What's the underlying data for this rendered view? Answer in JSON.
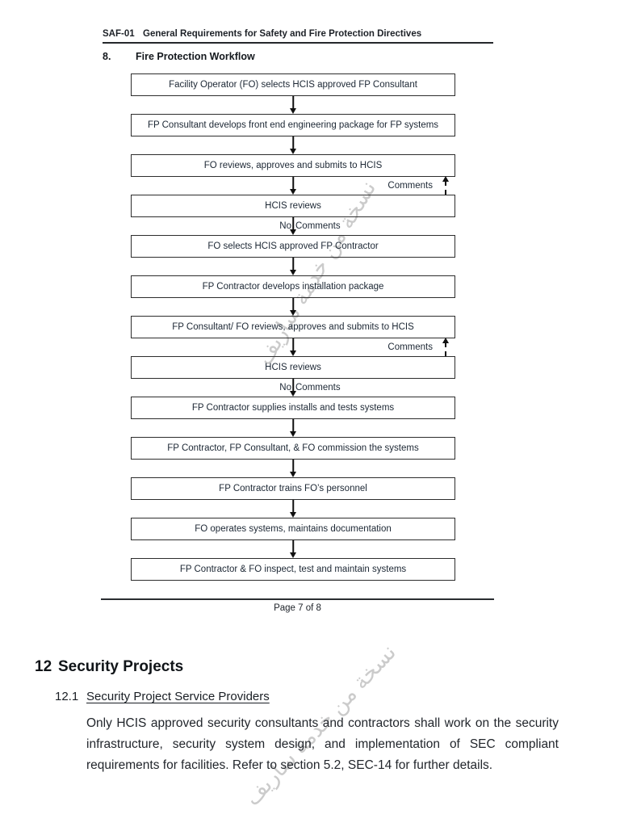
{
  "header": {
    "code": "SAF-01",
    "title": "General Requirements for Safety and Fire Protection Directives"
  },
  "section8": {
    "number": "8.",
    "title": "Fire Protection Workflow"
  },
  "flowchart": {
    "nodes": [
      "Facility Operator (FO) selects HCIS approved FP Consultant",
      "FP Consultant develops front end engineering package for FP systems",
      "FO reviews, approves and submits to HCIS",
      "HCIS reviews",
      "FO selects HCIS approved FP Contractor",
      "FP Contractor develops installation package",
      "FP Consultant/ FO reviews, approves and submits to HCIS",
      "HCIS reviews",
      "FP Contractor supplies installs and tests systems",
      "FP Contractor, FP Consultant, & FO commission the systems",
      "FP Contractor trains FO’s personnel",
      "FO operates systems, maintains documentation",
      "FP Contractor & FO inspect, test and maintain systems"
    ],
    "connectors": [
      {
        "type": "plain"
      },
      {
        "type": "plain"
      },
      {
        "type": "comments",
        "label": "Comments"
      },
      {
        "type": "no_comments",
        "label": "No Comments"
      },
      {
        "type": "plain"
      },
      {
        "type": "plain"
      },
      {
        "type": "comments",
        "label": "Comments"
      },
      {
        "type": "no_comments",
        "label": "No Comments"
      },
      {
        "type": "plain"
      },
      {
        "type": "plain"
      },
      {
        "type": "plain"
      },
      {
        "type": "plain"
      }
    ]
  },
  "footer": {
    "page_label": "Page 7 of 8"
  },
  "section12": {
    "number": "12",
    "title": "Security Projects",
    "sub_number": "12.1",
    "sub_title": "Security Project Service Providers",
    "body": "Only HCIS approved security consultants and contractors shall work on the security infrastructure, security system design, and implementation of SEC compliant requirements for facilities. Refer to section 5.2, SEC-14 for further details."
  },
  "watermark": {
    "text": "نسخة من خدمة ساريف"
  }
}
